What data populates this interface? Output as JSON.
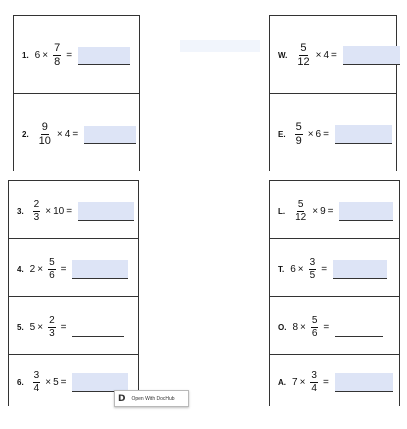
{
  "left": [
    {
      "label": "1.",
      "whole": "6",
      "num": "7",
      "den": "8",
      "order": "wf"
    },
    {
      "label": "2.",
      "whole": "4",
      "num": "9",
      "den": "10",
      "order": "fw"
    },
    {
      "label": "3.",
      "whole": "10",
      "num": "2",
      "den": "3",
      "order": "fw"
    },
    {
      "label": "4.",
      "whole": "2",
      "num": "5",
      "den": "6",
      "order": "wf"
    },
    {
      "label": "5.",
      "whole": "5",
      "num": "2",
      "den": "3",
      "order": "wf"
    },
    {
      "label": "6.",
      "whole": "5",
      "num": "3",
      "den": "4",
      "order": "fw"
    }
  ],
  "right": [
    {
      "label": "W.",
      "whole": "4",
      "num": "5",
      "den": "12",
      "order": "fw"
    },
    {
      "label": "E.",
      "whole": "6",
      "num": "5",
      "den": "9",
      "order": "fw"
    },
    {
      "label": "L.",
      "whole": "9",
      "num": "5",
      "den": "12",
      "order": "fw"
    },
    {
      "label": "T.",
      "whole": "6",
      "num": "3",
      "den": "5",
      "order": "wf"
    },
    {
      "label": "O.",
      "whole": "8",
      "num": "5",
      "den": "6",
      "order": "wf"
    },
    {
      "label": "A.",
      "whole": "7",
      "num": "3",
      "den": "4",
      "order": "wf"
    }
  ],
  "symbols": {
    "times": "×",
    "equals": "="
  },
  "open_button": {
    "logo": "D",
    "label": "Open With DocHub"
  }
}
